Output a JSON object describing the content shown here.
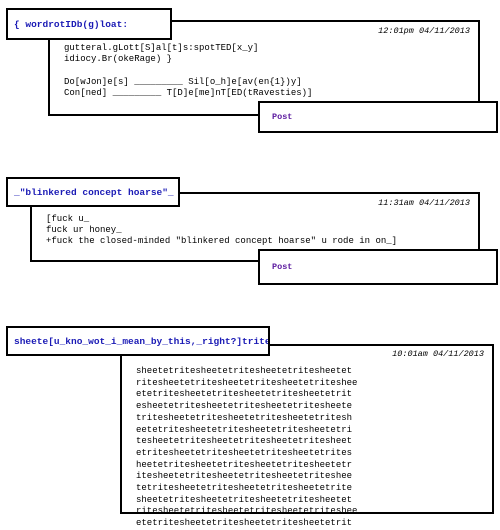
{
  "posts": [
    {
      "title": "{ wordrotIDb(g)loat:",
      "timestamp": "12:01pm 04/11/2013",
      "body": "gutteral.gLott[S]al[t]s:spotTED[x_y]\nidiocy.Br(okeRage) }\n\nDo[wJon]e[s] _________ Sil[o_h]e[av(en{1})y]\nCon[ned] _________ T[D]e[me]nT[ED(tRavesties)]",
      "post_label": "Post"
    },
    {
      "title": "_\"blinkered concept hoarse\"_",
      "timestamp": "11:31am 04/11/2013",
      "body": "[fuck u_\nfuck ur honey_\n+fuck the closed-minded \"blinkered concept hoarse\" u rode in on_]",
      "post_label": "Post"
    },
    {
      "title": "sheete[u_kno_wot_i_mean_by_this,_right?]trite",
      "timestamp": "10:01am 04/11/2013",
      "body_lines": [
        "sheetetritesheetetritesheetetritesheetet",
        "ritesheetetritesheetetritesheetetritesheе",
        "etetritesheetetritesheetetritesheetetrit",
        "esheetetritesheetetritesheetetritesheete",
        "tritesheetetritesheetetritesheetetritesh",
        "eetetritesheetetritesheetetritesheetetri",
        "tesheetetritesheetetritesheetetritesheet",
        "etritesheetetritesheetetritesheetetrites",
        "heetetritesheetetritesheetetritesheetetr",
        "itesheetetritesheetetritesheetetritesheе",
        "tetritesheetetritesheetetritesheetetrite",
        "sheetetritesheetetritesheetetritesheetet",
        "ritesheetetritesheetetritesheetetritesheе",
        "etetritesheetetritesheetetritesheetetrit"
      ]
    }
  ]
}
